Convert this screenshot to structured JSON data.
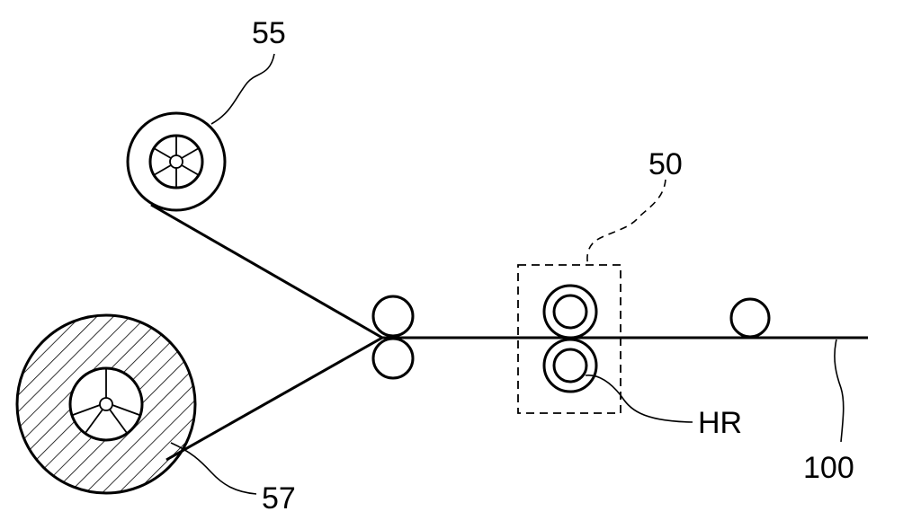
{
  "labels": {
    "supply_roll": "55",
    "heating_unit": "50",
    "heating_roller": "HR",
    "substrate": "100",
    "laminated_roll": "57"
  }
}
